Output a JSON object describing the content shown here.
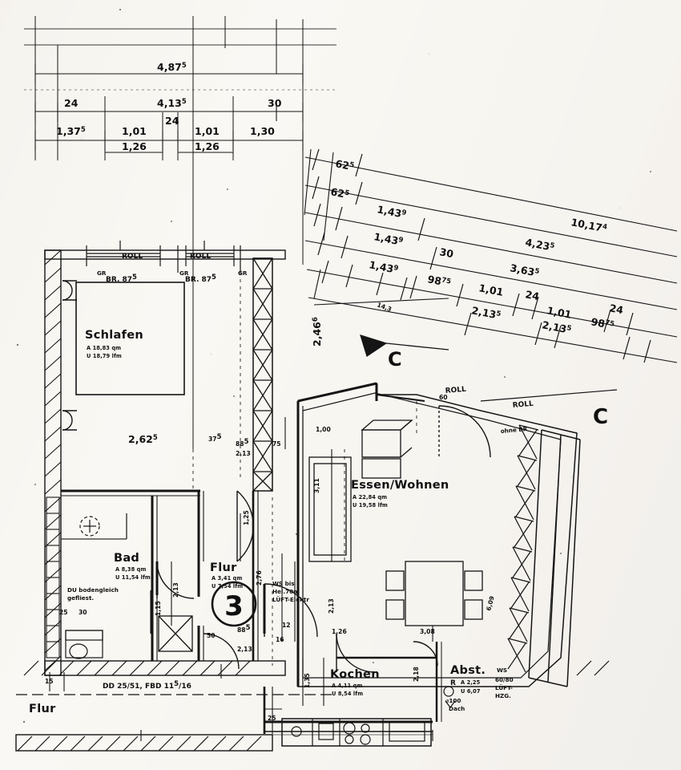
{
  "sheet": {
    "kind": "architectural-floor-plan",
    "language": "de",
    "unit_number": "3",
    "section_marker": "C"
  },
  "rooms": [
    {
      "name": "Schlafen",
      "area_label": "A  18,83  qm",
      "volume_label": "U  18,79  lfm"
    },
    {
      "name": "Bad",
      "area_label": "A  8,38  qm",
      "volume_label": "U  11,54  lfm"
    },
    {
      "name": "Flur",
      "area_label": "A  3,41  qm",
      "volume_label": "U  7,54  lfm"
    },
    {
      "name": "Essen/Wohnen",
      "area_label": "A  22,84  qm",
      "volume_label": "U  19,58  lfm"
    },
    {
      "name": "Kochen",
      "area_label": "A  4,11  qm",
      "volume_label": "U  8,54  lfm"
    },
    {
      "name": "Abst.",
      "area_label": "A  2,25",
      "volume_label": "U  6,07"
    }
  ],
  "room_extra": {
    "abst_prefix": "R",
    "flur_outside": "Flur"
  },
  "dims_top": {
    "l1": {
      "v": "4,87",
      "sup": "5"
    },
    "l2a": {
      "v": "24",
      "sup": ""
    },
    "l2b": {
      "v": "4,13",
      "sup": "5"
    },
    "l2c": {
      "v": "30",
      "sup": ""
    },
    "l3a": {
      "v": "1,37",
      "sup": "5"
    },
    "l3b": {
      "v": "1,01",
      "sup": ""
    },
    "l3c": {
      "v": "24",
      "sup": ""
    },
    "l3d": {
      "v": "1,01",
      "sup": ""
    },
    "l3e": {
      "v": "1,30",
      "sup": ""
    },
    "l4a": {
      "v": "1,26",
      "sup": ""
    },
    "l4b": {
      "v": "1,26",
      "sup": ""
    }
  },
  "dims_diag": {
    "d1": {
      "v": "62",
      "sup": "5"
    },
    "d2": {
      "v": "62",
      "sup": "5"
    },
    "d3": {
      "v": "1,43",
      "sup": "9"
    },
    "d4": {
      "v": "1,43",
      "sup": "9"
    },
    "d5": {
      "v": "1,43",
      "sup": "9"
    },
    "d6": {
      "v": "10,17",
      "sup": "4"
    },
    "d7": {
      "v": "4,23",
      "sup": "5"
    },
    "d8": {
      "v": "3,63",
      "sup": "5"
    },
    "d9": {
      "v": "30",
      "sup": ""
    },
    "d10": {
      "v": "98",
      "sup": "75"
    },
    "d11": {
      "v": "1,01",
      "sup": ""
    },
    "d12": {
      "v": "24",
      "sup": ""
    },
    "d13": {
      "v": "24",
      "sup": ""
    },
    "d14": {
      "v": "2,13",
      "sup": "5"
    },
    "d15": {
      "v": "1,01",
      "sup": ""
    },
    "d16": {
      "v": "2,13",
      "sup": "5"
    },
    "d17": {
      "v": "98",
      "sup": "75"
    },
    "d18": {
      "v": "14,3",
      "sup": ""
    }
  },
  "dims_inner": {
    "i_262": {
      "v": "2,62",
      "sup": "5"
    },
    "i_375": {
      "v": "37",
      "sup": "5"
    },
    "i_885a": {
      "v": "88",
      "sup": "5"
    },
    "i_213a": {
      "v": "2,13",
      "sup": ""
    },
    "i_75": {
      "v": "75",
      "sup": ""
    },
    "i_246": {
      "v": "2,46",
      "sup": "6"
    },
    "i_100": {
      "v": "1,00",
      "sup": ""
    },
    "i_60": {
      "v": "60",
      "sup": ""
    },
    "i_311": {
      "v": "3,11",
      "sup": ""
    },
    "i_125": {
      "v": "1,25",
      "sup": ""
    },
    "i_115a": {
      "v": "1,15",
      "sup": ""
    },
    "i_213b": {
      "v": "2,13",
      "sup": ""
    },
    "i_276": {
      "v": "2,76",
      "sup": ""
    },
    "i_213c": {
      "v": "2,13",
      "sup": ""
    },
    "i_50": {
      "v": "50",
      "sup": ""
    },
    "i_885b": {
      "v": "88",
      "sup": "5"
    },
    "i_213d": {
      "v": "2,13",
      "sup": ""
    },
    "i_126": {
      "v": "1,26",
      "sup": ""
    },
    "i_308": {
      "v": "3,08",
      "sup": ""
    },
    "i_609": {
      "v": "6,09",
      "sup": ""
    },
    "i_135": {
      "v": "1,35",
      "sup": ""
    },
    "i_218": {
      "v": "2,18",
      "sup": ""
    },
    "i_25": {
      "v": "25",
      "sup": ""
    },
    "i_30": {
      "v": "30",
      "sup": ""
    },
    "i_15": {
      "v": "15",
      "sup": ""
    },
    "i_25b": {
      "v": "25",
      "sup": ""
    },
    "i_12": {
      "v": "12",
      "sup": ""
    },
    "i_16": {
      "v": "16",
      "sup": ""
    }
  },
  "annotations": {
    "roll_1": "ROLL",
    "roll_2": "ROLL",
    "roll_3": "ROLL",
    "roll_4": "ROLL",
    "gr_1": "GR",
    "gr_2": "GR",
    "gr_3": "GR",
    "br_1": "BR. 87",
    "br_1_sup": "5",
    "br_2": "BR. 87",
    "br_2_sup": "5",
    "ohne_br": "ohne  BR",
    "shower": "DU bodengleich",
    "shower2": "gefliest.",
    "slab": "DD 25/51,  FBD 11",
    "slab_sup": "5",
    "slab2": "/16",
    "ws_note_1": "WS bis",
    "ws_note_2": "Hel.70m",
    "ws_note_3": "LÜFT-Elektr",
    "ws_right_1": "WS",
    "ws_right_2": "60/80",
    "ws_right_3": "LÜFT-",
    "ws_right_4": "HZG.",
    "duct": "⌀100",
    "duct2": "Dach"
  },
  "colors": {
    "ink": "#1a1a1a",
    "paper": "#f4f2ee",
    "wall": "#2b2b2b"
  }
}
